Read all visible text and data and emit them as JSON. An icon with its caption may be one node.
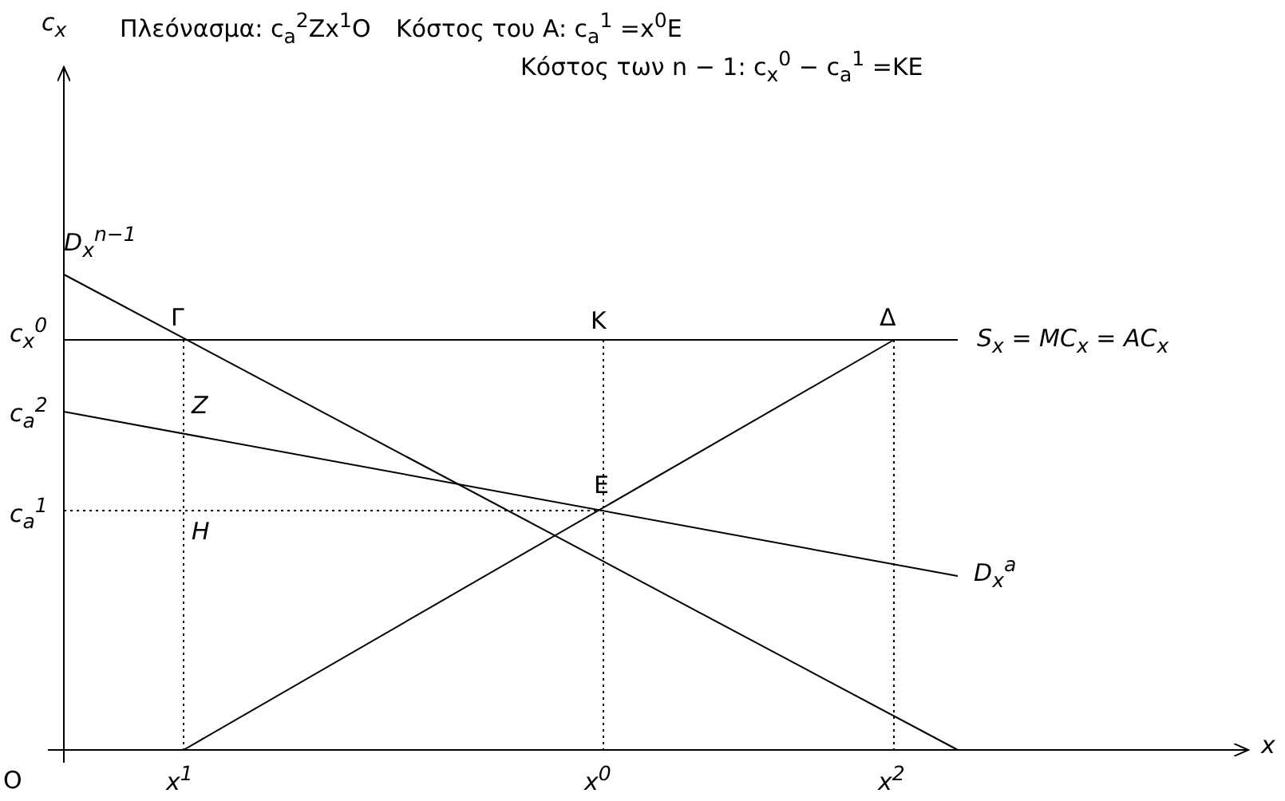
{
  "diagram": {
    "labels": [
      "c$_{x}$",
      "Πλεόνασμα: c$_{a}$$^{2}$Zx$^{1}$O",
      "Κόστος του A: c$_{a}$$^{1}$ =x$^{0}$E",
      "Κόστος των n − 1: c$_{x}$$^{0}$ − c$_{a}$$^{1}$ =KE",
      "D$_{x}$$^{n−1}$",
      "c$_{x}$$^{0}$",
      "Γ",
      "K",
      "Δ",
      "S$_{x}$ = MC$_{x}$ = AC$_{x}$",
      "c$_{a}$$^{2}$",
      "Z",
      "E",
      "c$_{a}$$^{1}$",
      "H",
      "D$_{x}$$^{a}$",
      "x",
      "O",
      "x$^{1}$",
      "x$^{0}$",
      "x$^{2}$"
    ]
  }
}
